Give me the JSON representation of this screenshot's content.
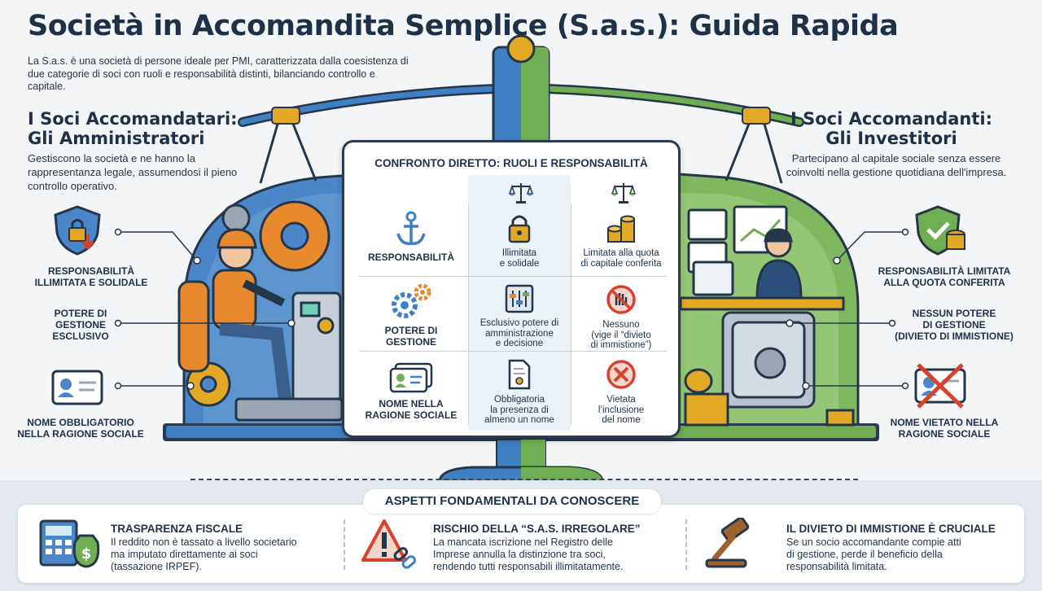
{
  "title": "Società in Accomandita Semplice (S.a.s.): Guida Rapida",
  "intro": "La S.a.s. è una società di persone ideale per PMI, caratterizzata dalla coesistenza di due categorie di soci con ruoli e responsabilità distinti, bilanciando controllo e capitale.",
  "left": {
    "heading_1": "I Soci Accomandatari:",
    "heading_2": "Gli Amministratori",
    "description": "Gestiscono la società e ne hanno la rappresentanza legale, assumendosi il pieno controllo operativo.",
    "items": [
      {
        "label_1": "Responsabilità",
        "label_2": "illimitata e solidale",
        "icon": "shield-lock-icon"
      },
      {
        "label_1": "Potere di",
        "label_2": "gestione",
        "label_3": "esclusivo",
        "icon": "control-panel-icon"
      },
      {
        "label_1": "Nome obbligatorio",
        "label_2": "nella ragione sociale",
        "icon": "id-card-icon"
      }
    ]
  },
  "right": {
    "heading_1": "I Soci Accomandanti:",
    "heading_2": "Gli Investitori",
    "description": "Partecipano al capitale sociale senza essere coinvolti nella gestione quotidiana dell'impresa.",
    "items": [
      {
        "label_1": "Responsabilità limitata",
        "label_2": "alla quota conferita",
        "icon": "shield-check-coins-icon"
      },
      {
        "label_1": "Nessun potere",
        "label_2": "di gestione",
        "label_3": "(divieto di immistione)",
        "icon": "safe-icon"
      },
      {
        "label_1": "Nome vietato nella",
        "label_2": "ragione sociale",
        "icon": "id-card-crossed-icon"
      }
    ]
  },
  "compare": {
    "title": "CONFRONTO DIRETTO: RUOLI E RESPONSABILITÀ",
    "rows": [
      {
        "label_1": "Responsabilità",
        "icon": "anchor-icon",
        "a_1": "Illimitata",
        "a_2": "e solidale",
        "a_icon": "padlock-icon",
        "b_1": "Limitata alla quota",
        "b_2": "di capitale conferita",
        "b_icon": "coins-icon"
      },
      {
        "label_1": "Potere di",
        "label_2": "gestione",
        "icon": "gears-icon",
        "a_1": "Esclusivo potere di",
        "a_2": "amministrazione",
        "a_3": "e decisione",
        "a_icon": "sliders-icon",
        "b_1": "Nessuno",
        "b_2": "(vige il “divieto",
        "b_3": "di immistione”)",
        "b_icon": "no-hand-icon"
      },
      {
        "label_1": "Nome nella",
        "label_2": "ragione sociale",
        "icon": "name-card-icon",
        "a_1": "Obbligatoria",
        "a_2": "la presenza di",
        "a_3": "almeno un nome",
        "a_icon": "certificate-icon",
        "b_1": "Vietata",
        "b_2": "l’inclusione",
        "b_3": "del nome",
        "b_icon": "x-circle-icon"
      }
    ]
  },
  "bottom": {
    "heading": "ASPETTI FONDAMENTALI DA CONOSCERE",
    "tips": [
      {
        "title": "Trasparenza fiscale",
        "line_1": "Il reddito non è tassato a livello societario",
        "line_2": "ma imputato direttamente ai soci",
        "line_3": "(tassazione IRPEF).",
        "icon": "calculator-money-icon"
      },
      {
        "title": "Rischio della “S.a.s. irregolare”",
        "line_1": "La mancata iscrizione nel Registro delle",
        "line_2": "Imprese annulla la distinzione tra soci,",
        "line_3": "rendendo tutti responsabili illimitatamente.",
        "icon": "warning-broken-chain-icon"
      },
      {
        "title": "Il divieto di immistione è cruciale",
        "line_1": "Se un socio accomandante compie atti",
        "line_2": "di gestione, perde il beneficio della",
        "line_3": "responsabilità limitata.",
        "icon": "gavel-icon"
      }
    ]
  },
  "colors": {
    "navy": "#1f3147",
    "blue": "#3f7fc4",
    "green": "#6fae52",
    "orange": "#e8892e",
    "red": "#d9412b",
    "gold": "#e3a925"
  }
}
